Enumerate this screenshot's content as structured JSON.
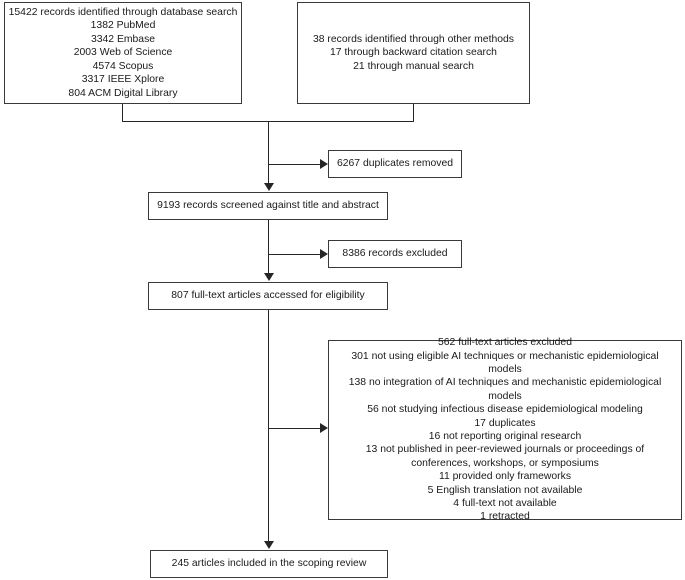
{
  "diagram": {
    "type": "prisma-flow-diagram",
    "title": "",
    "line_color": "#262626",
    "box_border_color": "#3a3a3a",
    "background": "#ffffff"
  },
  "nodes": {
    "database_search": {
      "id": "database-search-box",
      "lines": [
        "15422 records identified through database search",
        "1382 PubMed",
        "3342 Embase",
        "2003 Web of Science",
        "4574 Scopus",
        "3317 IEEE Xplore",
        "804 ACM Digital Library"
      ]
    },
    "other_methods": {
      "id": "other-methods-box",
      "lines": [
        "38 records identified through other methods",
        "17 through backward citation search",
        "21 through manual search"
      ]
    },
    "duplicates_removed": {
      "id": "duplicates-removed-box",
      "lines": [
        "6267 duplicates removed"
      ]
    },
    "records_screened": {
      "id": "records-screened-box",
      "lines": [
        "9193 records screened against title and abstract"
      ]
    },
    "records_excluded": {
      "id": "records-excluded-box",
      "lines": [
        "8386 records excluded"
      ]
    },
    "fulltext_assessed": {
      "id": "fulltext-assessed-box",
      "lines": [
        "807 full-text articles accessed for eligibility"
      ]
    },
    "fulltext_excluded": {
      "id": "fulltext-excluded-box",
      "lines": [
        "562 full-text articles excluded",
        "301 not using eligible AI techniques or mechanistic epidemiological models",
        "138 no integration of AI techniques and mechanistic epidemiological models",
        "56 not studying infectious disease epidemiological modeling",
        "17 duplicates",
        "16 not reporting original research",
        "13 not published in peer-reviewed journals or proceedings of conferences, workshops, or symposiums",
        "11 provided only frameworks",
        "5 English translation not available",
        "4 full-text not available",
        "1 retracted"
      ]
    },
    "included": {
      "id": "included-box",
      "lines": [
        "245 articles included in the scoping review"
      ]
    }
  },
  "chart_data": {
    "type": "diagram",
    "title": "PRISMA scoping review flow diagram",
    "stages": [
      {
        "stage": "Identification (database search)",
        "count": 15422
      },
      {
        "stage": "Identification (other methods)",
        "count": 38
      },
      {
        "stage": "Duplicates removed",
        "count": 6267
      },
      {
        "stage": "Records screened",
        "count": 9193
      },
      {
        "stage": "Records excluded",
        "count": 8386
      },
      {
        "stage": "Full-text assessed",
        "count": 807
      },
      {
        "stage": "Full-text excluded",
        "count": 562
      },
      {
        "stage": "Included in scoping review",
        "count": 245
      }
    ],
    "sources": [
      {
        "name": "PubMed",
        "count": 1382
      },
      {
        "name": "Embase",
        "count": 3342
      },
      {
        "name": "Web of Science",
        "count": 2003
      },
      {
        "name": "Scopus",
        "count": 4574
      },
      {
        "name": "IEEE Xplore",
        "count": 3317
      },
      {
        "name": "ACM Digital Library",
        "count": 804
      }
    ],
    "other_methods": [
      {
        "name": "backward citation search",
        "count": 17
      },
      {
        "name": "manual search",
        "count": 21
      }
    ],
    "exclusion_reasons": [
      {
        "reason": "not using eligible AI techniques or mechanistic epidemiological models",
        "count": 301
      },
      {
        "reason": "no integration of AI techniques and mechanistic epidemiological models",
        "count": 138
      },
      {
        "reason": "not studying infectious disease epidemiological modeling",
        "count": 56
      },
      {
        "reason": "duplicates",
        "count": 17
      },
      {
        "reason": "not reporting original research",
        "count": 16
      },
      {
        "reason": "not published in peer-reviewed journals or proceedings of conferences, workshops, or symposiums",
        "count": 13
      },
      {
        "reason": "provided only frameworks",
        "count": 11
      },
      {
        "reason": "English translation not available",
        "count": 5
      },
      {
        "reason": "full-text not available",
        "count": 4
      },
      {
        "reason": "retracted",
        "count": 1
      }
    ]
  }
}
